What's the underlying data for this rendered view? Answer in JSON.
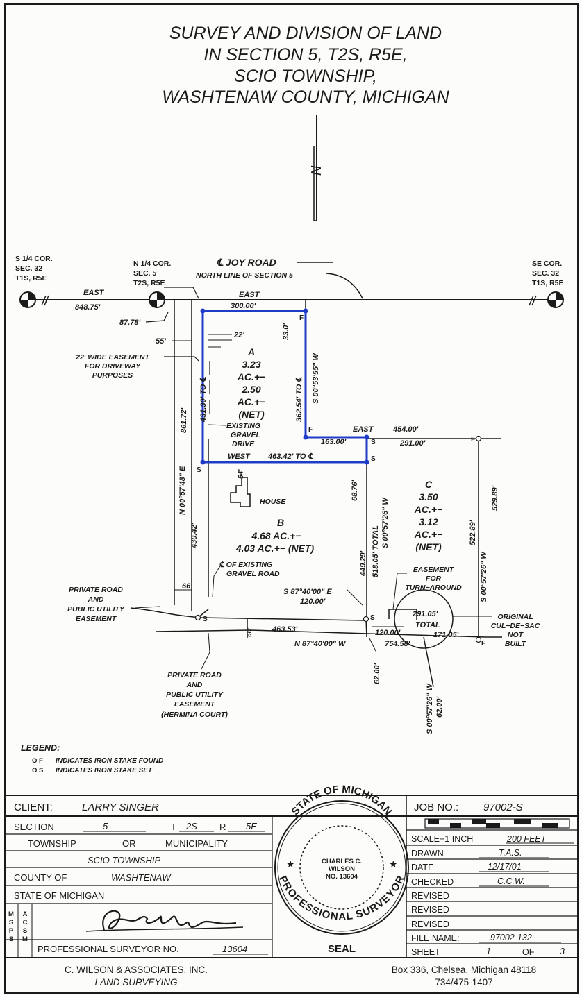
{
  "title": {
    "line1": "SURVEY AND DIVISION OF LAND",
    "line2": "IN SECTION 5, T2S, R5E,",
    "line3": "SCIO TOWNSHIP,",
    "line4": "WASHTENAW COUNTY, MICHIGAN"
  },
  "north_arrow": {
    "letter": "N"
  },
  "corners": {
    "sw": [
      "S 1/4 COR.",
      "SEC. 32",
      "T1S, R5E"
    ],
    "n": [
      "N 1/4 COR.",
      "SEC. 5",
      "T2S, R5E"
    ],
    "se": [
      "SE COR.",
      "SEC. 32",
      "T1S, R5E"
    ]
  },
  "road": {
    "joy_road": "℄ JOY ROAD",
    "north_line": "NORTH LINE OF SECTION 5"
  },
  "dims": {
    "east_848": "EAST",
    "v848": "848.75'",
    "east_300": "EAST",
    "v300": "300.00'",
    "v87": "87.78'",
    "v55": "55'",
    "v22": "22'",
    "v33": "33.0'",
    "v362": "362.54' TO ℄",
    "s00_53": "S 00°53'55\" W",
    "v431": "431.30' TO ℄",
    "v861": "861.72'",
    "n00_57": "N 00°57'48\" E",
    "v430": "430.42'",
    "east_454": "EAST",
    "v454": "454.00'",
    "v163": "163.00'",
    "v291": "291.00'",
    "west": "WEST",
    "v463_42": "463.42' TO ℄",
    "v54": "54'",
    "v68": "68.76'",
    "v449": "449.29'",
    "v518": "518.05' TOTAL",
    "s00_57a": "S 00°57'26\" W",
    "v522": "522.89'",
    "s00_57b": "S 00°57'26\" W",
    "v529": "529.89'",
    "s87_e": "S 87°40'00\" E",
    "v120": "120.00'",
    "v66_top": "66'",
    "v66_bot": "66'",
    "v463_53": "463.53'",
    "n87_w": "N 87°40'00\" W",
    "v754": "754.58'",
    "v120b": "120.00'",
    "v291_05": "291.05'",
    "total": "TOTAL",
    "v171": "171.05'",
    "v62a": "62.00'",
    "s00_57c": "S 00°57'26\" W",
    "v62b": "62.00'"
  },
  "parcels": {
    "a": [
      "A",
      "3.23",
      "AC.+−",
      "2.50",
      "AC.+−",
      "(NET)"
    ],
    "b": [
      "B",
      "4.68 AC.+−",
      "4.03 AC.+−  (NET)"
    ],
    "c": [
      "C",
      "3.50",
      "AC.+−",
      "3.12",
      "AC.+−",
      "(NET)"
    ]
  },
  "labels": {
    "easement_22": [
      "22' WIDE EASEMENT",
      "FOR DRIVEWAY",
      "PURPOSES"
    ],
    "gravel_drive": [
      "EXISTING",
      "GRAVEL",
      "DRIVE"
    ],
    "house": "HOUSE",
    "gravel_road": [
      "℄ OF EXISTING",
      "GRAVEL ROAD"
    ],
    "private_road_1": [
      "PRIVATE ROAD",
      "AND",
      "PUBLIC UTILITY",
      "EASEMENT"
    ],
    "private_road_2": [
      "PRIVATE ROAD",
      "AND",
      "PUBLIC UTILITY",
      "EASEMENT",
      "(HERMINA COURT)"
    ],
    "turnaround": [
      "EASEMENT",
      "FOR",
      "TURN−AROUND"
    ],
    "culdesac": [
      "ORIGINAL",
      "CUL−DE−SAC",
      "NOT",
      "BUILT"
    ]
  },
  "stake_marks": {
    "found": "F",
    "set": "S"
  },
  "legend": {
    "title": "LEGEND:",
    "row1_sym": "O F",
    "row1": "INDICATES IRON STAKE FOUND",
    "row2_sym": "O S",
    "row2": "INDICATES IRON STAKE SET"
  },
  "title_block": {
    "client_label": "CLIENT:",
    "client": "LARRY SINGER",
    "section_label": "SECTION",
    "section": "5",
    "t_label": "T",
    "t": "2S",
    "r_label": "R",
    "r": "5E",
    "township_label": "TOWNSHIP",
    "or_label": "OR",
    "municipality_label": "MUNICIPALITY",
    "township": "SCIO TOWNSHIP",
    "county_label": "COUNTY OF",
    "county": "WASHTENAW",
    "state": "STATE OF MICHIGAN",
    "msps": [
      "M",
      "S",
      "P",
      "S"
    ],
    "acsm": [
      "A",
      "C",
      "S",
      "M"
    ],
    "surveyor_label": "PROFESSIONAL SURVEYOR NO.",
    "surveyor_no": "13604",
    "company": "C. WILSON & ASSOCIATES, INC.",
    "company_sub": "LAND SURVEYING",
    "seal_top": "STATE OF MICHIGAN",
    "seal_name": [
      "CHARLES C.",
      "WILSON",
      "NO. 13604"
    ],
    "seal_bottom": "PROFESSIONAL SURVEYOR",
    "seal_label": "SEAL",
    "job_label": "JOB NO.:",
    "job": "97002-S",
    "scale": "SCALE−1 INCH = ",
    "scale_value": "200 FEET",
    "drawn_label": "DRAWN",
    "drawn": "T.A.S.",
    "date_label": "DATE",
    "date": "12/17/01",
    "checked_label": "CHECKED",
    "checked": "C.C.W.",
    "revised": "REVISED",
    "file_label": "FILE NAME:",
    "file": "97002-132",
    "sheet_label": "SHEET",
    "sheet": "1",
    "of_label": "OF",
    "sheet_total": "3",
    "address": "Box 336, Chelsea, Michigan  48118",
    "phone": "734/475-1407"
  },
  "colors": {
    "ink": "#1a1a1a",
    "highlight": "#1f3cc8",
    "paper": "#fcfcfa"
  }
}
